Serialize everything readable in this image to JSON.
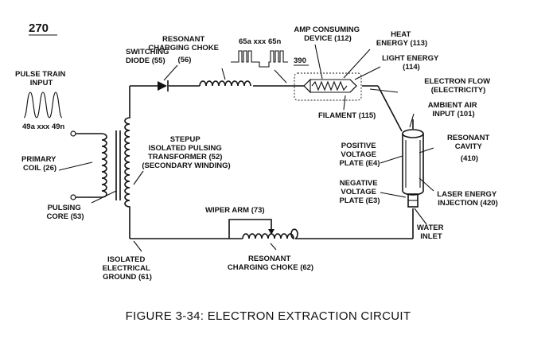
{
  "figure_number": "270",
  "caption": "FIGURE 3-34: ELECTRON EXTRACTION CIRCUIT",
  "labels": {
    "pulse_train_input": [
      "PULSE TRAIN",
      "INPUT"
    ],
    "pulse_train_ref": "49a xxx 49n",
    "switching_diode": [
      "SWITCHING",
      "DIODE (55)"
    ],
    "choke_top": [
      "RESONANT",
      "CHARGING CHOKE",
      "(56)"
    ],
    "pulses_ref": "65a xxx 65n",
    "ref_390": "390",
    "amp_device": [
      "AMP CONSUMING",
      "DEVICE (112)"
    ],
    "heat_energy": [
      "HEAT",
      "ENERGY (113)"
    ],
    "light_energy": [
      "LIGHT ENERGY",
      "(114)"
    ],
    "electron_flow": [
      "ELECTRON FLOW",
      "(ELECTRICITY)"
    ],
    "filament": "FILAMENT (115)",
    "ambient_air": [
      "AMBIENT AIR",
      "INPUT (101)"
    ],
    "resonant_cavity": [
      "RESONANT",
      "CAVITY",
      "(410)"
    ],
    "positive_plate": [
      "POSITIVE",
      "VOLTAGE",
      "PLATE (E4)"
    ],
    "negative_plate": [
      "NEGATIVE",
      "VOLTAGE",
      "PLATE (E3)"
    ],
    "laser_energy": [
      "LASER ENERGY",
      "INJECTION (420)"
    ],
    "water_inlet": [
      "WATER",
      "INLET"
    ],
    "transformer": [
      "STEPUP",
      "ISOLATED PULSING",
      "TRANSFORMER (52)",
      "(SECONDARY WINDING)"
    ],
    "primary_coil": [
      "PRIMARY",
      "COIL (26)"
    ],
    "pulsing_core": [
      "PULSING",
      "CORE (53)"
    ],
    "wiper_arm": "WIPER ARM (73)",
    "choke_bottom": [
      "RESONANT",
      "CHARGING CHOKE (62)"
    ],
    "ground": [
      "ISOLATED",
      "ELECTRICAL",
      "GROUND (61)"
    ]
  }
}
